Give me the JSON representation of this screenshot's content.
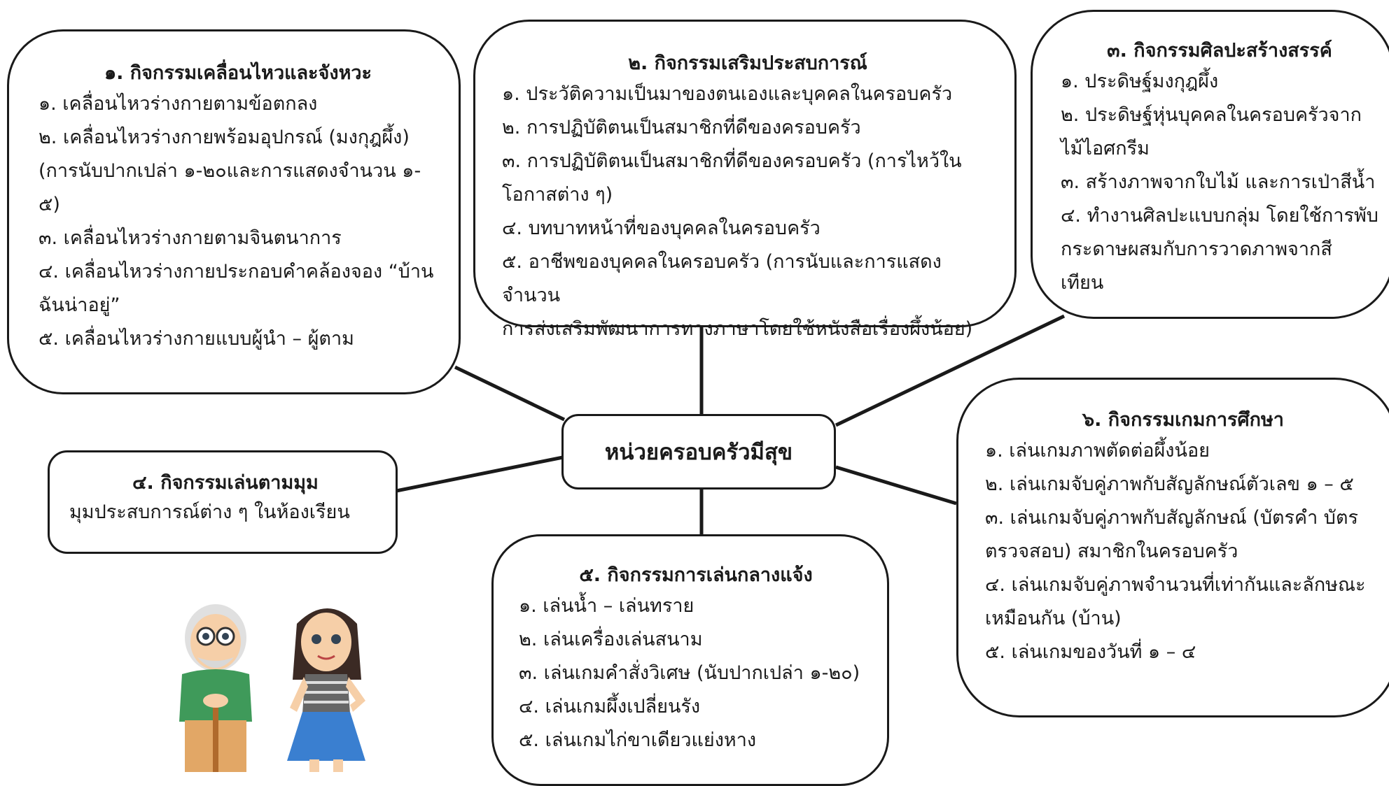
{
  "center_title": "หน่วยครอบครัวมีสุข",
  "boxes": {
    "b1": {
      "title": "๑.  กิจกรรมเคลื่อนไหวและจังหวะ",
      "lines": [
        "๑. เคลื่อนไหวร่างกายตามข้อตกลง",
        "๒. เคลื่อนไหวร่างกายพร้อมอุปกรณ์ (มงกุฎผึ้ง)",
        "(การนับปากเปล่า ๑-๒๐และการแสดงจำนวน ๑-",
        "๕)",
        "๓. เคลื่อนไหวร่างกายตามจินตนาการ",
        "๔. เคลื่อนไหวร่างกายประกอบคำคล้องจอง “บ้าน",
        "ฉันน่าอยู่”",
        "๕. เคลื่อนไหวร่างกายแบบผู้นำ – ผู้ตาม"
      ]
    },
    "b2": {
      "title": "๒. กิจกรรมเสริมประสบการณ์",
      "lines": [
        "๑. ประวัติความเป็นมาของตนเองและบุคคลในครอบครัว",
        "๒. การปฏิบัติตนเป็นสมาชิกที่ดีของครอบครัว",
        "๓. การปฏิบัติตนเป็นสมาชิกที่ดีของครอบครัว (การไหว้ใน",
        "โอกาสต่าง ๆ)",
        "๔. บทบาทหน้าที่ของบุคคลในครอบครัว",
        "๕. อาชีพของบุคคลในครอบครัว (การนับและการแสดงจำนวน",
        "การส่งเสริมพัฒนาการทางภาษาโดยใช้หนังสือเรื่องผึ้งน้อย)"
      ]
    },
    "b3": {
      "title": "๓. กิจกรรมศิลปะสร้างสรรค์",
      "lines": [
        "๑. ประดิษฐ์มงกุฎผึ้ง",
        "๒. ประดิษฐ์หุ่นบุคคลในครอบครัวจาก",
        "ไม้ไอศกรีม",
        "๓. สร้างภาพจากใบไม้ และการเป่าสีน้ำ",
        "๔. ทำงานศิลปะแบบกลุ่ม โดยใช้การพับ",
        "กระดาษผสมกับการวาดภาพจากสี",
        "เทียน"
      ]
    },
    "b4": {
      "title": "๔. กิจกรรมเล่นตามมุม",
      "lines": [
        "มุมประสบการณ์ต่าง ๆ ในห้องเรียน"
      ]
    },
    "b5": {
      "title": "๕. กิจกรรมการเล่นกลางแจ้ง",
      "lines": [
        "๑. เล่นน้ำ – เล่นทราย",
        "๒. เล่นเครื่องเล่นสนาม",
        "๓. เล่นเกมคำสั่งวิเศษ (นับปากเปล่า ๑-๒๐)",
        "๔. เล่นเกมผึ้งเปลี่ยนรัง",
        "๕. เล่นเกมไก่ขาเดียวแย่งหาง"
      ]
    },
    "b6": {
      "title": "๖. กิจกรรมเกมการศึกษา",
      "lines": [
        "๑. เล่นเกมภาพตัดต่อผึ้งน้อย",
        "๒. เล่นเกมจับคู่ภาพกับสัญลักษณ์ตัวเลข ๑ – ๕",
        "๓. เล่นเกมจับคู่ภาพกับสัญลักษณ์ (บัตรคำ บัตร",
        "ตรวจสอบ) สมาชิกในครอบครัว",
        "๔. เล่นเกมจับคู่ภาพจำนวนที่เท่ากันและลักษณะ",
        "เหมือนกัน (บ้าน)",
        "๕. เล่นเกมของวันที่ ๑ – ๔"
      ]
    }
  },
  "colors": {
    "border": "#1a1a1a",
    "skin": "#f6cfa8",
    "grandpa_sweater": "#3f9a5a",
    "grandpa_pants": "#e2a766",
    "cane": "#b06a2c",
    "woman_skirt": "#3a7fd0",
    "woman_hair": "#3b2a24"
  },
  "icons": {
    "illustration": "family-grandpa-woman-illustration"
  }
}
